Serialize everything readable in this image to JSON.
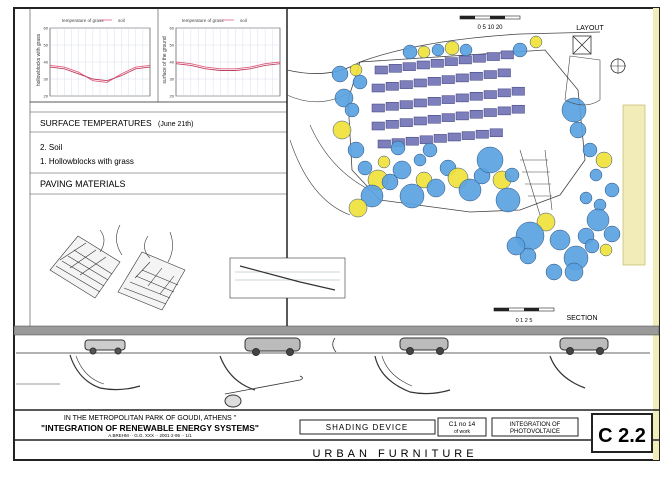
{
  "sheet": {
    "code": "C 2.2",
    "category": "URBAN  FURNITURE",
    "project_line1": "\"INTEGRATION OF RENEWABLE ENERGY SYSTEMS\"",
    "project_line2": "IN THE METROPOLITAN PARK OF GOUDI, ATHENS \"",
    "credits": "A.BREHM ·· G.G. XXX ·· 2001·2·95 ·· 1/1",
    "shading_label": "SHADING  DEVICE",
    "sheet_ref": "C1 no 14",
    "sheet_ref2": "of work",
    "integration_label": "INTEGRATION  OF",
    "photovoltaic_label": "PHOTOVOLTAICE"
  },
  "plan": {
    "layout_label": "LAYOUT",
    "scale_numbers": "0   5   10   20",
    "section_label": "SECTION",
    "section_scale_numbers": "0   1   2       5"
  },
  "materials": {
    "heading": "PAVING MATERIALS",
    "item1": "1. Hollowblocks with grass",
    "item2": "2. Soil",
    "temps_heading": "SURFACE TEMPERATURES",
    "temps_date": "(June 21th)"
  },
  "charts": {
    "left_legend_a": "temperature of grass",
    "left_legend_b": "soil",
    "left_ylabel": "hollowblocks with grass",
    "right_legend_a": "temperature of grass",
    "right_legend_b": "soil",
    "right_ylabel": "surface of the ground",
    "x_ticks": "8 9 10 11 12 13 14 15 16 17 18 19 20 21 22",
    "y_ticks": [
      "60",
      "50",
      "40",
      "30",
      "20"
    ]
  },
  "chart_data": [
    {
      "type": "line",
      "x": [
        8,
        10,
        12,
        14,
        16,
        18,
        20,
        22
      ],
      "series": [
        {
          "name": "temperature of grass",
          "values": [
            38,
            37,
            34,
            29,
            28,
            33,
            37,
            38
          ],
          "color": "#e06080"
        },
        {
          "name": "soil",
          "values": [
            37,
            36,
            33,
            30,
            29,
            32,
            36,
            37
          ],
          "color": "#c04060"
        }
      ],
      "ylim": [
        20,
        60
      ]
    },
    {
      "type": "line",
      "x": [
        8,
        10,
        12,
        14,
        16,
        18,
        20,
        22
      ],
      "series": [
        {
          "name": "temperature of grass",
          "values": [
            40,
            39,
            37,
            36,
            36,
            37,
            39,
            40
          ],
          "color": "#e06080"
        },
        {
          "name": "soil",
          "values": [
            39,
            38,
            36,
            35,
            35,
            36,
            38,
            39
          ],
          "color": "#c04060"
        }
      ],
      "ylim": [
        20,
        60
      ]
    }
  ],
  "colors": {
    "tree_blue": "#5aa2e0",
    "tree_yellow": "#f0e23c",
    "pv_panel": "#7d7fbd",
    "frame": "#222222",
    "accent_band": "#f1ecb8"
  }
}
